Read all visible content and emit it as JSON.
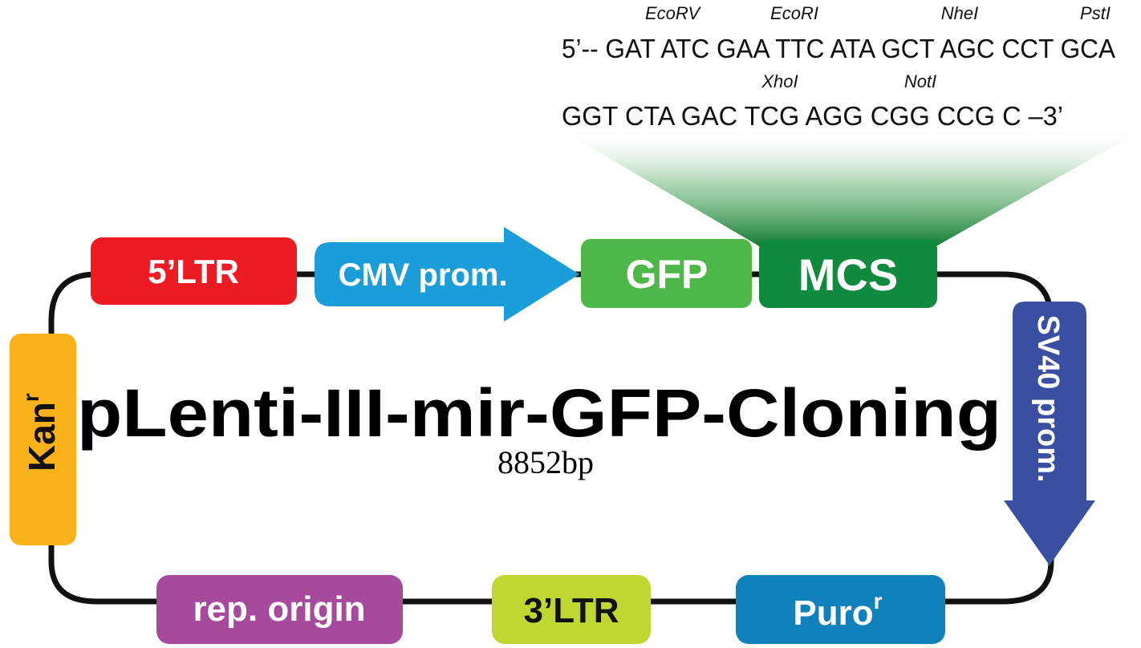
{
  "plasmid": {
    "name": "pLenti-III-mir-GFP-Cloning",
    "size": "8852bp"
  },
  "mcs_sequence": {
    "line1": "5’-- GAT ATC GAA TTC ATA GCT AGC CCT GCA",
    "line2": "GGT CTA GAC TCG AGG CGG CCG C –3’",
    "sites": {
      "ecorv": "EcoRV",
      "ecori": "EcoRI",
      "nhei": "NheI",
      "psti": "PstI",
      "xhoi": "XhoI",
      "noti": "NotI"
    }
  },
  "features": {
    "ltr5": {
      "label": "5’LTR",
      "color": "#ED1C24"
    },
    "cmv": {
      "label": "CMV prom.",
      "color": "#1B9DD9"
    },
    "gfp": {
      "label": "GFP",
      "color": "#4DB748"
    },
    "mcs": {
      "label": "MCS",
      "color": "#0F8A3E"
    },
    "sv40": {
      "label": "SV40 prom.",
      "color": "#3A4FA2"
    },
    "kan": {
      "label": "Kan",
      "sup": "r",
      "color": "#F9B21A"
    },
    "rep": {
      "label": "rep. origin",
      "color": "#A74A9B"
    },
    "ltr3": {
      "label": "3’LTR",
      "label_color": "#111111",
      "color": "#BFD730"
    },
    "puro": {
      "label": "Puro",
      "sup": "r",
      "color": "#1181BC"
    }
  }
}
